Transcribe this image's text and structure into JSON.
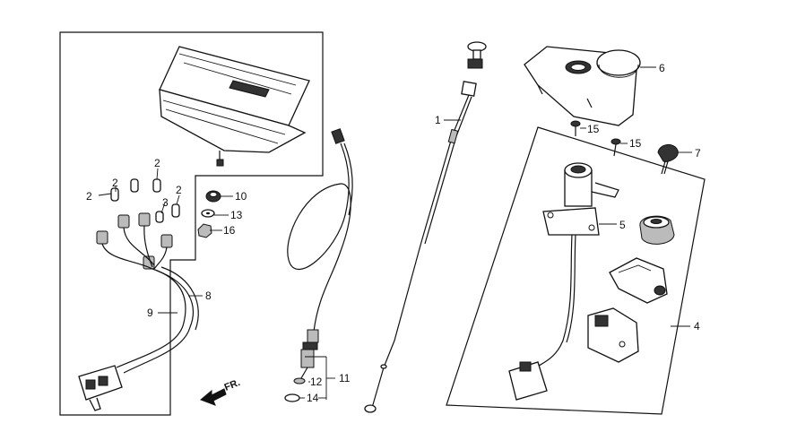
{
  "labels": {
    "c1": "1",
    "c2a": "2",
    "c2b": "2",
    "c2c": "2",
    "c3": "3",
    "c4": "4",
    "c5": "5",
    "c6": "6",
    "c7": "7",
    "c8": "8",
    "c9": "9",
    "c10": "10",
    "c11": "11",
    "c12": "12",
    "c13": "13",
    "c14": "14",
    "c15a": "15",
    "c15b": "15",
    "c16": "16"
  },
  "direction": {
    "text": "FR."
  }
}
